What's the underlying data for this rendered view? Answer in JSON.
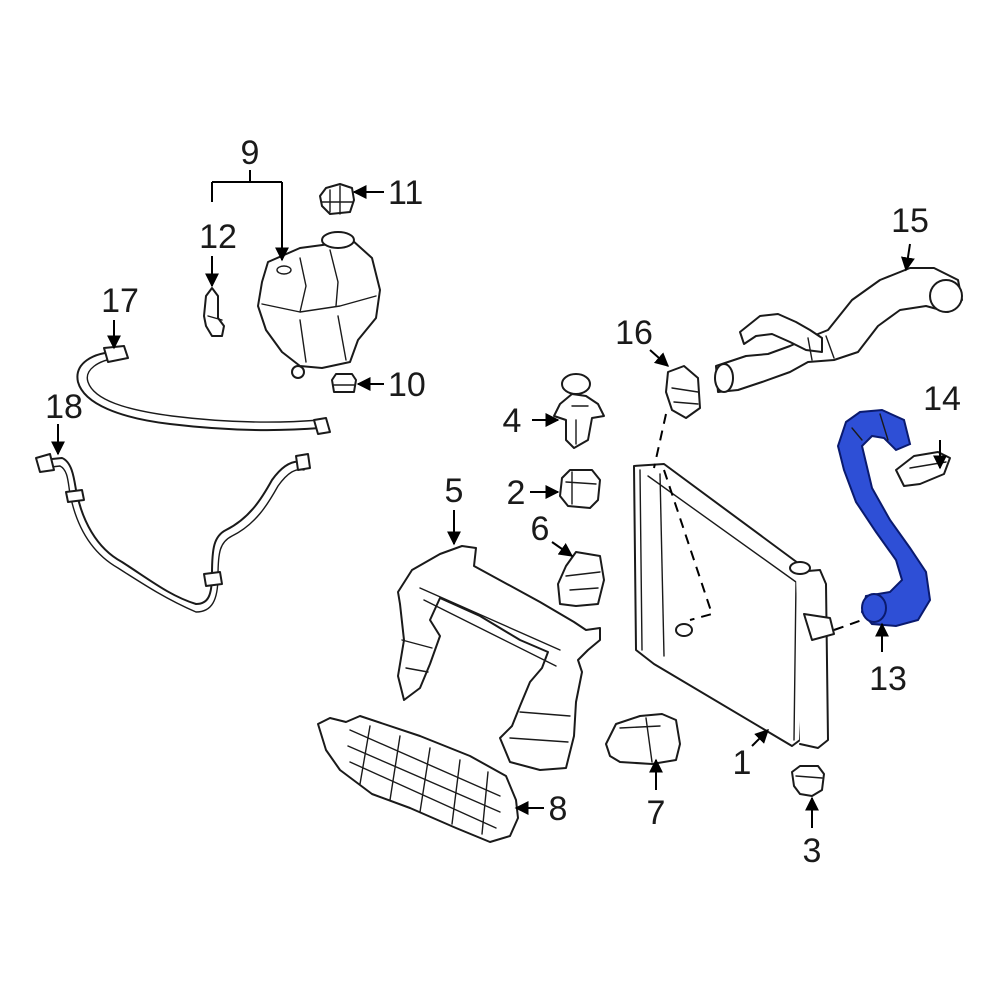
{
  "colors": {
    "line": "#1a1a1a",
    "highlight": "#2e4fd6",
    "highlight_outline": "#0a1a6e",
    "background": "#ffffff"
  },
  "highlighted_part": "13",
  "callouts": {
    "c1": "1",
    "c2": "2",
    "c3": "3",
    "c4": "4",
    "c5": "5",
    "c6": "6",
    "c7": "7",
    "c8": "8",
    "c9": "9",
    "c10": "10",
    "c11": "11",
    "c12": "12",
    "c13": "13",
    "c14": "14",
    "c15": "15",
    "c16": "16",
    "c17": "17",
    "c18": "18"
  }
}
